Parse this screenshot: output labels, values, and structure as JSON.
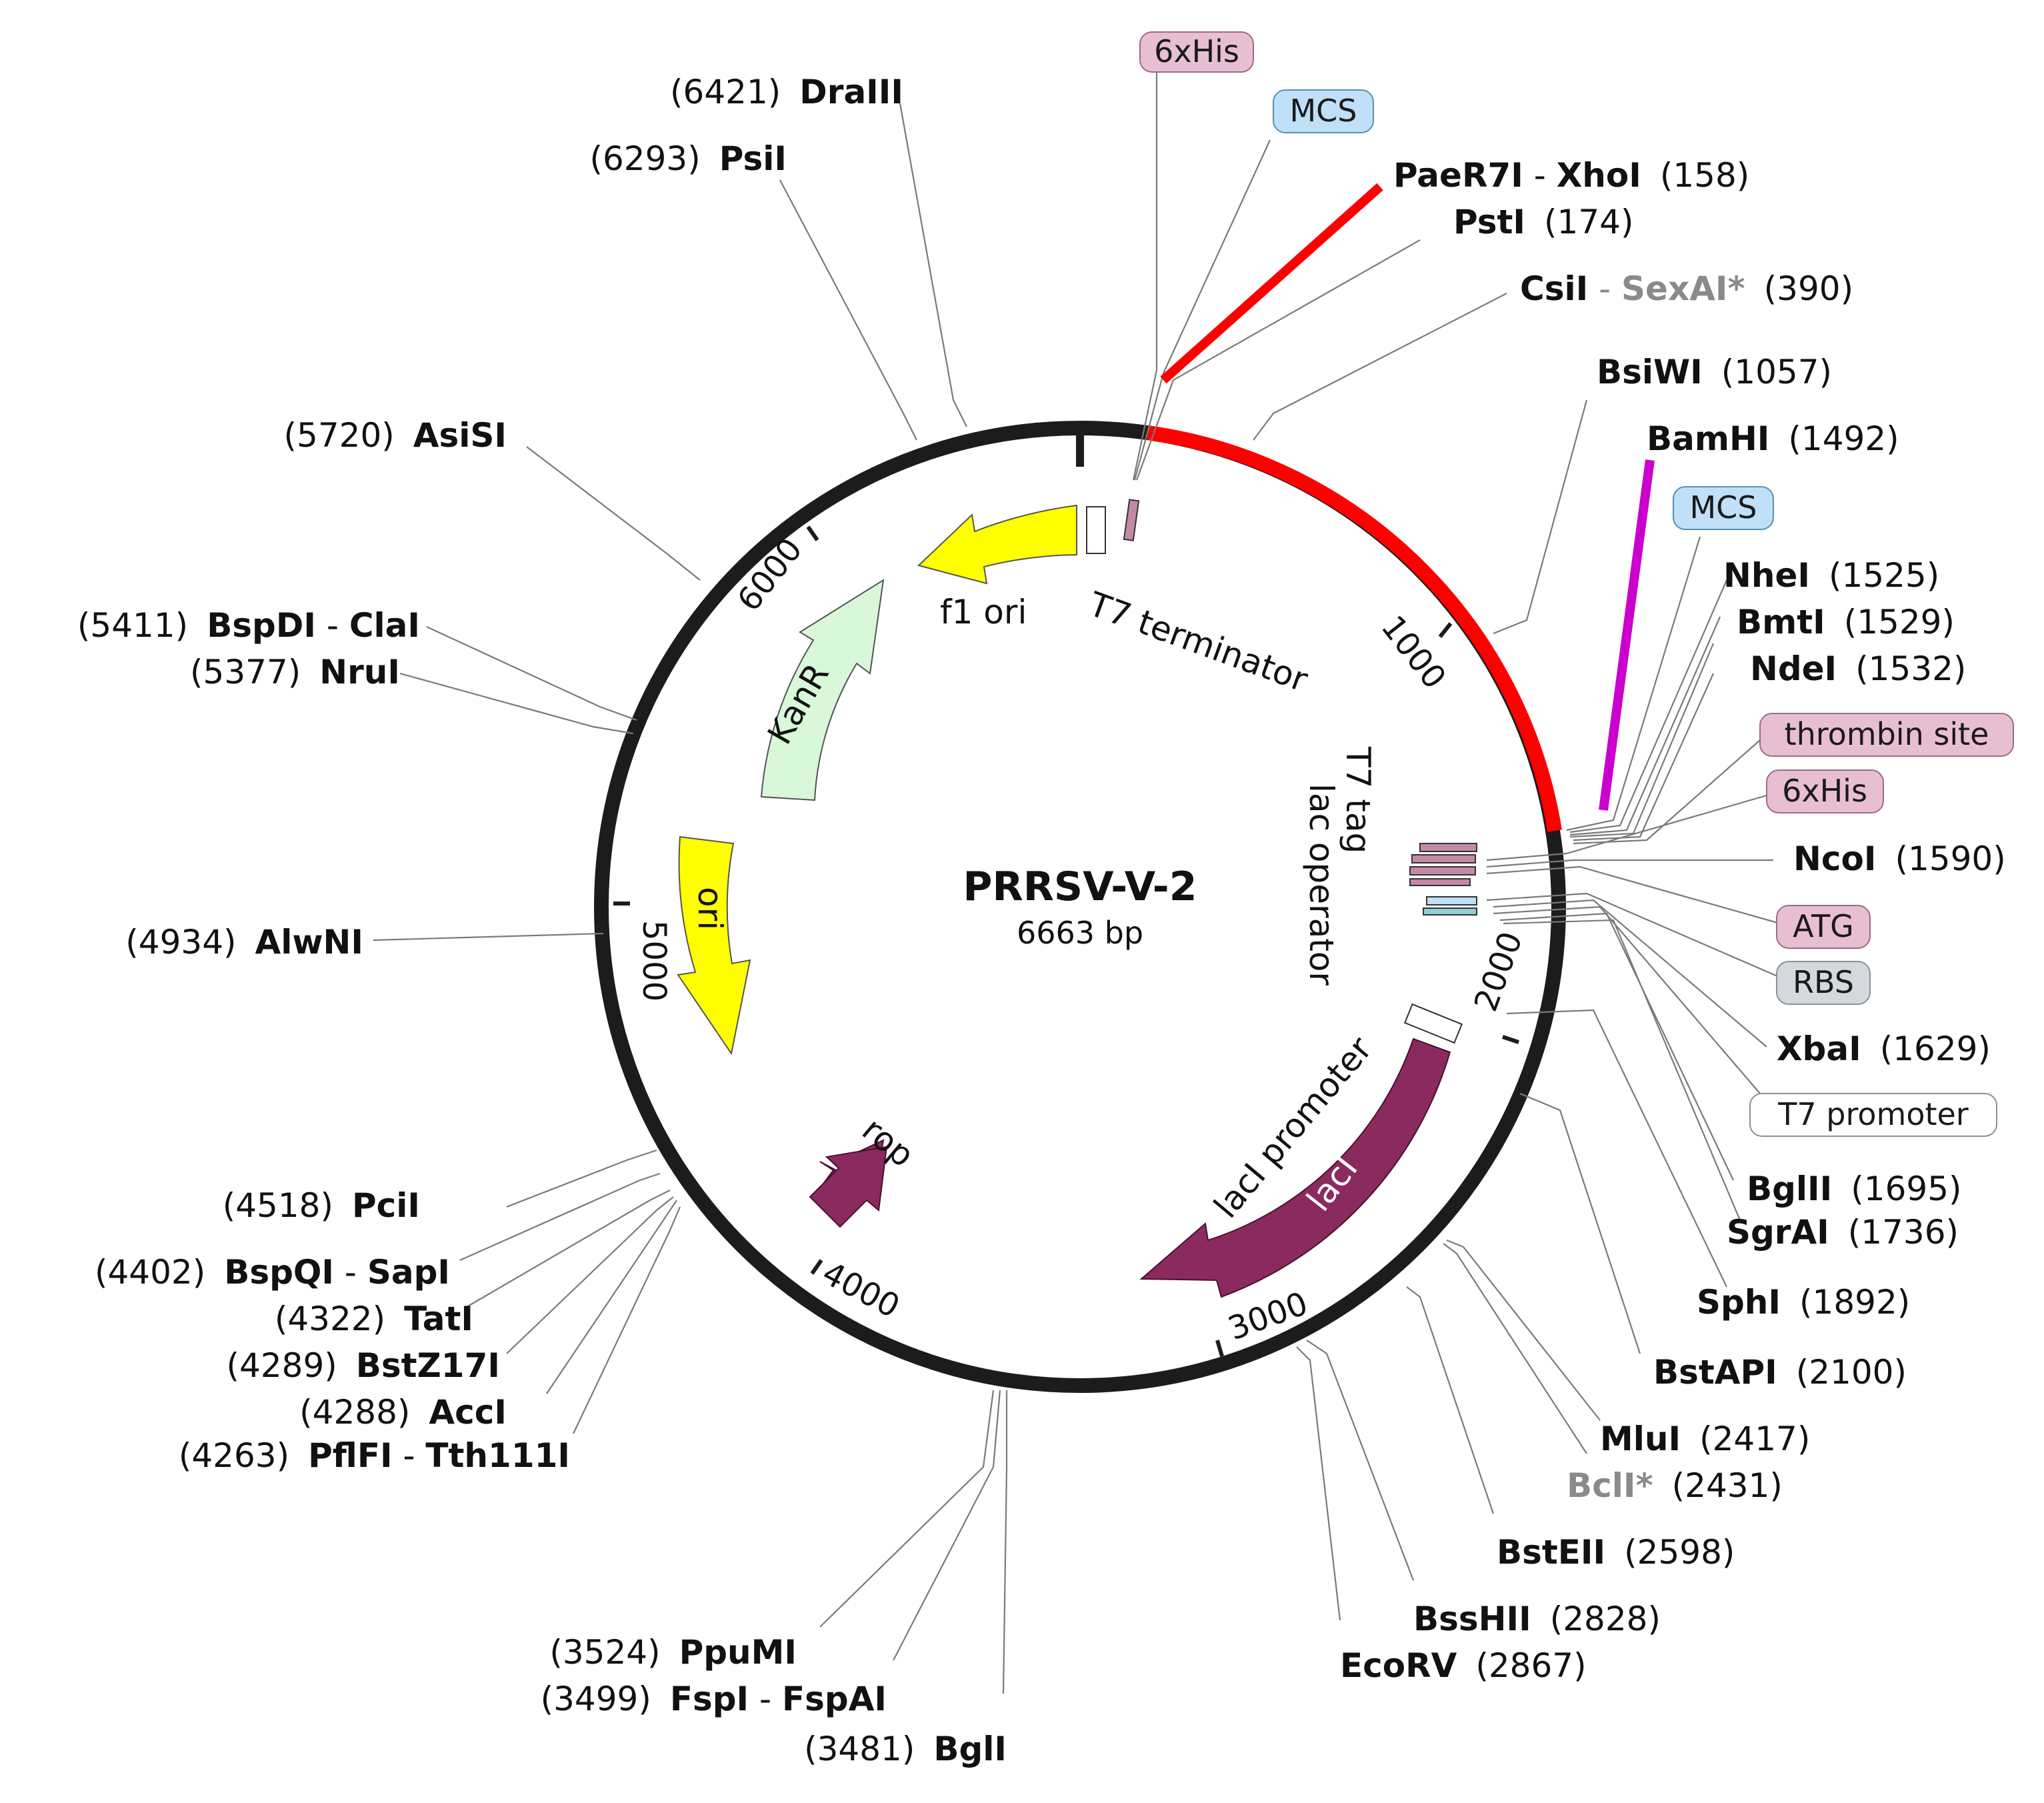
{
  "plasmid": {
    "name": "PRRSV-V-2",
    "length": "6663 bp"
  },
  "colors": {
    "backbone": "#1c1c1c",
    "insert": "#ff0000",
    "bamhi_bar": "#cc00cc",
    "yellow_feature": "#ffff00",
    "kanr": "#d9f7d9",
    "laci": "#8b2a5f",
    "pink_pill": "#e8bfd2",
    "blue_pill": "#bfe0f7",
    "gray_pill": "#d5d9de"
  },
  "ticks": [
    {
      "bp": 1000,
      "label": "1000"
    },
    {
      "bp": 2000,
      "label": "2000"
    },
    {
      "bp": 3000,
      "label": "3000"
    },
    {
      "bp": 4000,
      "label": "4000"
    },
    {
      "bp": 5000,
      "label": "5000"
    },
    {
      "bp": 6000,
      "label": "6000"
    }
  ],
  "features": [
    {
      "name": "f1 ori",
      "type": "arrow",
      "color": "#ffff00"
    },
    {
      "name": "KanR",
      "type": "arrow",
      "color": "#d9f7d9"
    },
    {
      "name": "ori",
      "type": "arrow",
      "color": "#ffff00"
    },
    {
      "name": "rop",
      "type": "arrow",
      "color": "#8b2a5f"
    },
    {
      "name": "lacI",
      "type": "arrow",
      "color": "#8b2a5f"
    },
    {
      "name": "lacI promoter",
      "type": "label"
    },
    {
      "name": "T7 terminator",
      "type": "label"
    },
    {
      "name": "T7 tag",
      "type": "label"
    },
    {
      "name": "lac operator",
      "type": "label"
    }
  ],
  "tags": {
    "his_top": "6xHis",
    "mcs_top": "MCS",
    "mcs_right": "MCS",
    "thrombin": "thrombin site",
    "his_right": "6xHis",
    "atg": "ATG",
    "rbs": "RBS",
    "t7promoter": "T7 promoter"
  },
  "sites": {
    "paer7i": {
      "pos": "(158)",
      "name": "PaeR7I",
      "sep": " - ",
      "name2": "XhoI"
    },
    "psti": {
      "pos": "(174)",
      "name": "PstI"
    },
    "csii": {
      "pos": "(390)",
      "name": "CsiI",
      "sep": " - ",
      "name2": "SexAI*"
    },
    "bsiwi": {
      "pos": "(1057)",
      "name": "BsiWI"
    },
    "bamhi": {
      "pos": "(1492)",
      "name": "BamHI"
    },
    "nhei": {
      "pos": "(1525)",
      "name": "NheI"
    },
    "bmti": {
      "pos": "(1529)",
      "name": "BmtI"
    },
    "ndei": {
      "pos": "(1532)",
      "name": "NdeI"
    },
    "ncoi": {
      "pos": "(1590)",
      "name": "NcoI"
    },
    "xbai": {
      "pos": "(1629)",
      "name": "XbaI"
    },
    "bglii": {
      "pos": "(1695)",
      "name": "BglII"
    },
    "sgrai": {
      "pos": "(1736)",
      "name": "SgrAI"
    },
    "sphi": {
      "pos": "(1892)",
      "name": "SphI"
    },
    "bstapi": {
      "pos": "(2100)",
      "name": "BstAPI"
    },
    "mlui": {
      "pos": "(2417)",
      "name": "MluI"
    },
    "bcli": {
      "pos": "(2431)",
      "name": "BclI*"
    },
    "bsteii": {
      "pos": "(2598)",
      "name": "BstEII"
    },
    "bsshii": {
      "pos": "(2828)",
      "name": "BssHII"
    },
    "ecorv": {
      "pos": "(2867)",
      "name": "EcoRV"
    },
    "bgli": {
      "pos": "(3481)",
      "name": "BglI"
    },
    "fspi": {
      "pos": "(3499)",
      "name": "FspI",
      "sep": " - ",
      "name2": "FspAI"
    },
    "ppumi": {
      "pos": "(3524)",
      "name": "PpuMI"
    },
    "pflfi": {
      "pos": "(4263)",
      "name": "PflFI",
      "sep": " - ",
      "name2": "Tth111I"
    },
    "acci": {
      "pos": "(4288)",
      "name": "AccI"
    },
    "bstz17i": {
      "pos": "(4289)",
      "name": "BstZ17I"
    },
    "tati": {
      "pos": "(4322)",
      "name": "TatI"
    },
    "bspqi": {
      "pos": "(4402)",
      "name": "BspQI",
      "sep": " - ",
      "name2": "SapI"
    },
    "pcii": {
      "pos": "(4518)",
      "name": "PciI"
    },
    "alwni": {
      "pos": "(4934)",
      "name": "AlwNI"
    },
    "nrui": {
      "pos": "(5377)",
      "name": "NruI"
    },
    "bspdi": {
      "pos": "(5411)",
      "name": "BspDI",
      "sep": " - ",
      "name2": "ClaI"
    },
    "asisi": {
      "pos": "(5720)",
      "name": "AsiSI"
    },
    "psii": {
      "pos": "(6293)",
      "name": "PsiI"
    },
    "draiii": {
      "pos": "(6421)",
      "name": "DraIII"
    }
  }
}
